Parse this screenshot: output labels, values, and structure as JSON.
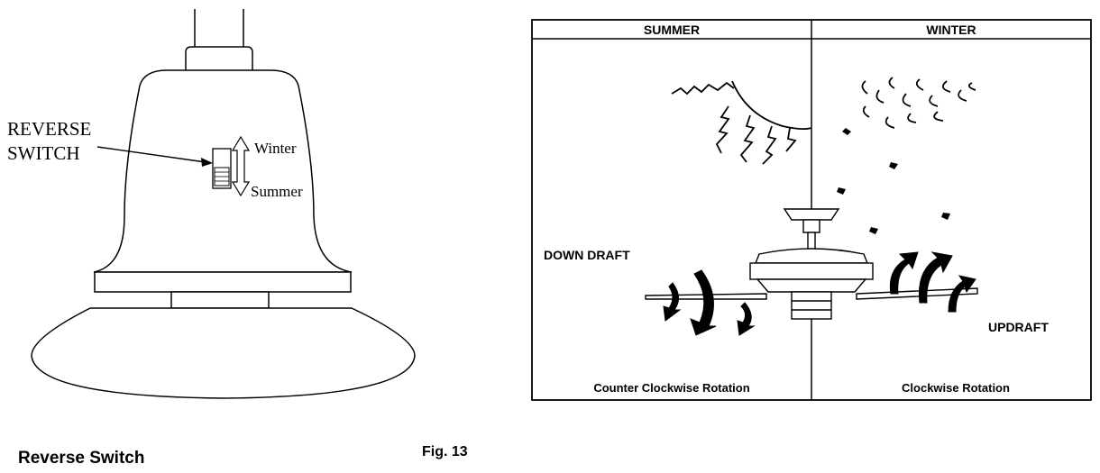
{
  "left_diagram": {
    "callout_label_line1": "REVERSE",
    "callout_label_line2": "SWITCH",
    "winter_label": "Winter",
    "summer_label": "Summer"
  },
  "right_diagram": {
    "summer_header": "SUMMER",
    "winter_header": "WINTER",
    "down_draft_label": "DOWN DRAFT",
    "updraft_label": "UPDRAFT",
    "summer_rotation": "Counter Clockwise Rotation",
    "winter_rotation": "Clockwise Rotation"
  },
  "captions": {
    "left": "Reverse Switch",
    "figure": "Fig. 13"
  }
}
